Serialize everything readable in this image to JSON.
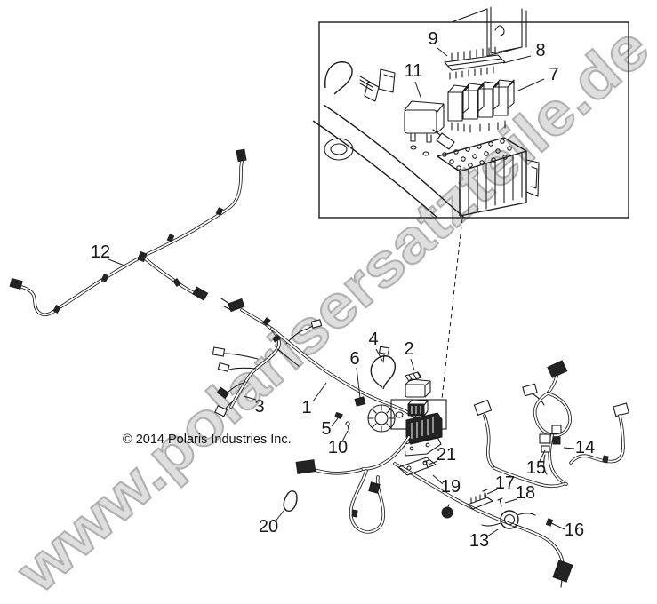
{
  "watermark": {
    "text": "www.polarisersatzteile.de"
  },
  "copyright": {
    "text": "© 2014 Polaris Industries Inc."
  },
  "callouts": {
    "labels": [
      "1",
      "2",
      "3",
      "4",
      "5",
      "6",
      "7",
      "8",
      "9",
      "10",
      "11",
      "12",
      "13",
      "14",
      "15",
      "16",
      "17",
      "18",
      "19",
      "20",
      "21"
    ]
  },
  "colors": {
    "background": "#ffffff",
    "line": "#1c1c1c",
    "watermark_fill": "#dedede",
    "watermark_stroke": "#b0b0b0"
  }
}
